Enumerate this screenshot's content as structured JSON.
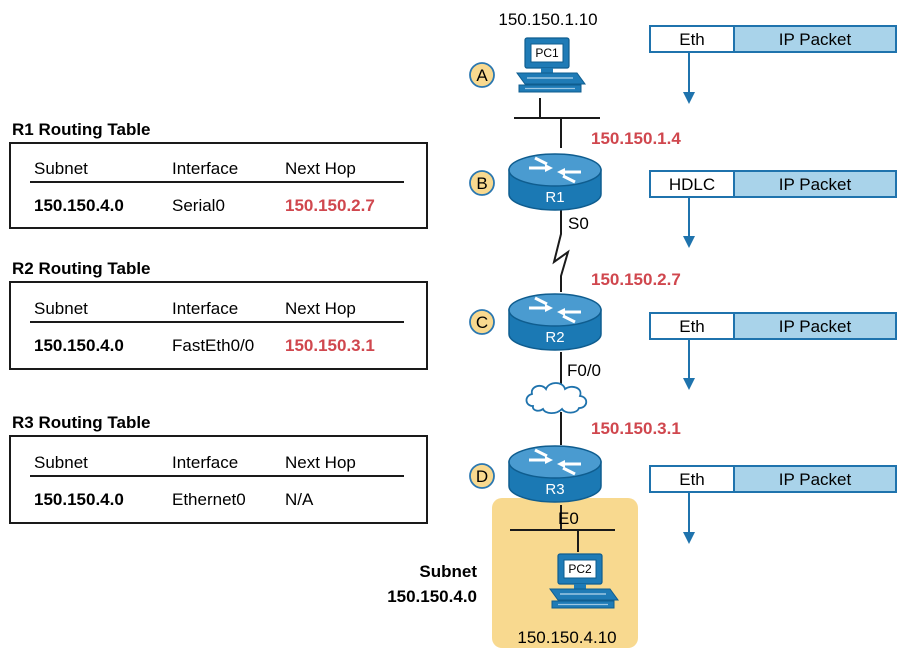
{
  "colors": {
    "highlight": "#d0474e",
    "router_fill": "#1b79b4",
    "router_top": "#4a9bd0",
    "pc_fill": "#1f7bb6",
    "frame_header_fill": "#a9d3ea",
    "frame_border": "#1f73ad",
    "arrow": "#1f73ad",
    "subnet_fill": "#f8d98f",
    "label_circle_fill": "#f8d98f",
    "label_circle_stroke": "#2b77b0"
  },
  "tables": [
    {
      "title": "R1 Routing Table",
      "headers": [
        "Subnet",
        "Interface",
        "Next Hop"
      ],
      "row": {
        "subnet": "150.150.4.0",
        "interface": "Serial0",
        "next_hop": "150.150.2.7",
        "next_hop_highlight": true
      }
    },
    {
      "title": "R2 Routing Table",
      "headers": [
        "Subnet",
        "Interface",
        "Next Hop"
      ],
      "row": {
        "subnet": "150.150.4.0",
        "interface": "FastEth0/0",
        "next_hop": "150.150.3.1",
        "next_hop_highlight": true
      }
    },
    {
      "title": "R3 Routing Table",
      "headers": [
        "Subnet",
        "Interface",
        "Next Hop"
      ],
      "row": {
        "subnet": "150.150.4.0",
        "interface": "Ethernet0",
        "next_hop": "N/A",
        "next_hop_highlight": false
      }
    }
  ],
  "devices": {
    "pc1": {
      "label": "PC1",
      "ip": "150.150.1.10",
      "step": "A"
    },
    "r1": {
      "label": "R1",
      "ip": "150.150.1.4",
      "interface": "S0",
      "step": "B"
    },
    "r2": {
      "label": "R2",
      "ip": "150.150.2.7",
      "interface": "F0/0",
      "step": "C"
    },
    "r3": {
      "label": "R3",
      "ip": "150.150.3.1",
      "interface": "E0",
      "step": "D"
    },
    "pc2": {
      "label": "PC2",
      "ip": "150.150.4.10"
    }
  },
  "subnet": {
    "line1": "Subnet",
    "line2": "150.150.4.0"
  },
  "frames": [
    {
      "header": "Eth",
      "payload": "IP Packet"
    },
    {
      "header": "HDLC",
      "payload": "IP Packet"
    },
    {
      "header": "Eth",
      "payload": "IP Packet"
    },
    {
      "header": "Eth",
      "payload": "IP Packet"
    }
  ]
}
